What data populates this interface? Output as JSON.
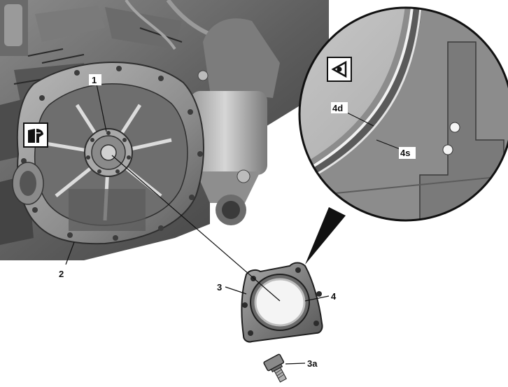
{
  "callouts": {
    "c1": "1",
    "c2": "2",
    "c3": "3",
    "c3a": "3a",
    "c4": "4",
    "c4d": "4d",
    "c4s": "4s"
  },
  "icons": {
    "main": "service-hand-book-icon",
    "detail": "visual-inspection-eye-icon"
  },
  "colors": {
    "line": "#111111",
    "metal_dark": "#3a3a3a",
    "metal_mid": "#7c7c7c",
    "metal_light": "#c4c4c4",
    "seal_highlight": "#f2f2f2"
  }
}
